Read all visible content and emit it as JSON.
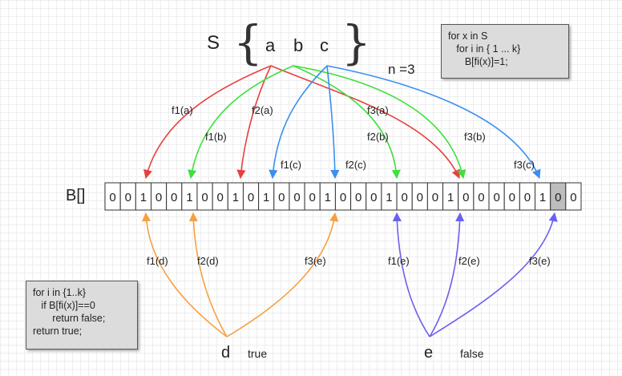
{
  "set_label": "S",
  "set_open": "{",
  "set_close": "}",
  "set_elements": [
    "a",
    "b",
    "c"
  ],
  "n_label": "n =3",
  "array_label": "B[]",
  "bits": [
    "0",
    "0",
    "1",
    "0",
    "0",
    "1",
    "0",
    "0",
    "1",
    "0",
    "1",
    "0",
    "0",
    "0",
    "1",
    "0",
    "0",
    "0",
    "1",
    "0",
    "0",
    "0",
    "1",
    "0",
    "0",
    "0",
    "0",
    "0",
    "1",
    "0",
    "0"
  ],
  "highlighted_bit_index": 29,
  "insert_code": [
    "for x in S",
    "   for i in { 1 ... k}",
    "      B[fi(x)]=1;"
  ],
  "query_code": [
    "for i in {1..k}",
    "   if B[fi(x)]==0",
    "       return false;",
    "return true;"
  ],
  "queries": [
    {
      "letter": "d",
      "result": "true"
    },
    {
      "letter": "e",
      "result": "false"
    }
  ],
  "hash_labels": {
    "a": [
      "f1(a)",
      "f2(a)",
      "f3(a)"
    ],
    "b": [
      "f1(b)",
      "f2(b)",
      "f3(b)"
    ],
    "c": [
      "f1(c)",
      "f2(c)",
      "f3(c)"
    ],
    "d": [
      "f1(d)",
      "f2(d)",
      "f3(e)"
    ],
    "e": [
      "f1(e)",
      "f2(e)",
      "f3(e)"
    ]
  },
  "colors": {
    "a": "#e84040",
    "b": "#3ee03e",
    "c": "#3a8ff0",
    "d": "#f5a040",
    "e": "#6a60ee",
    "highlight": "#bdbdbd"
  }
}
